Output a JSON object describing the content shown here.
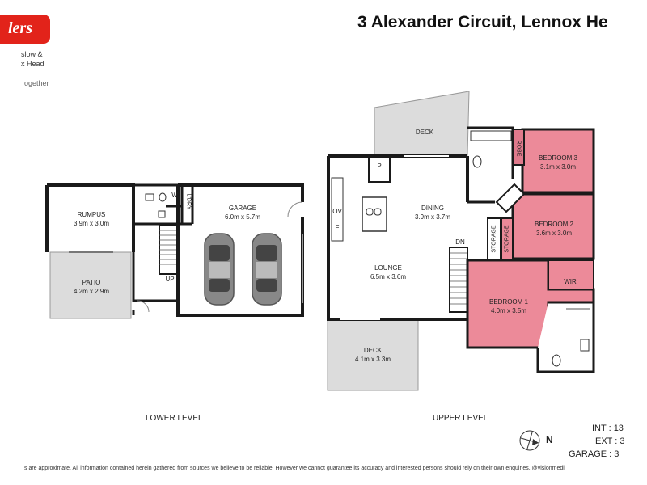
{
  "header": {
    "logo_text": "lers",
    "agency_line1": "slow &",
    "agency_line2": "x Head",
    "tagline": "ogether",
    "address": "3 Alexander Circuit, Lennox He"
  },
  "lower_level": {
    "title": "LOWER LEVEL",
    "rooms": [
      {
        "name": "RUMPUS",
        "dims": "3.9m x 3.0m"
      },
      {
        "name": "PATIO",
        "dims": "4.2m x 2.9m"
      },
      {
        "name": "GARAGE",
        "dims": "6.0m x 5.7m"
      }
    ],
    "labels": {
      "w": "W",
      "ldry": "L'DRY",
      "up": "UP"
    }
  },
  "upper_level": {
    "title": "UPPER LEVEL",
    "rooms": [
      {
        "name": "DECK",
        "dims": ""
      },
      {
        "name": "DINING",
        "dims": "3.9m x 3.7m"
      },
      {
        "name": "LOUNGE",
        "dims": "6.5m x 3.6m"
      },
      {
        "name": "DECK",
        "dims": "4.1m x 3.3m"
      },
      {
        "name": "BEDROOM 3",
        "dims": "3.1m x 3.0m"
      },
      {
        "name": "BEDROOM 2",
        "dims": "3.6m x 3.0m"
      },
      {
        "name": "BEDROOM 1",
        "dims": "4.0m x 3.5m"
      }
    ],
    "labels": {
      "p": "P",
      "ov": "OV",
      "f": "F",
      "dn": "DN",
      "storage": "STORAGE",
      "robe": "ROBE",
      "wir": "WIR"
    }
  },
  "areas": {
    "int": "INT : 13",
    "ext": "EXT : 3",
    "garage": "GARAGE : 3"
  },
  "compass_label": "N",
  "disclaimer": "s are approximate. All information contained herein gathered from sources we believe to be reliable. However we cannot guarantee its accuracy and interested persons should rely on their own enquiries. @visionmedi",
  "colors": {
    "bedroom": "#ec8a99",
    "bedroom_dark": "#e07a8c",
    "outdoor": "#dcdcdc",
    "wall": "#1a1a1a",
    "brand": "#e2231a"
  }
}
